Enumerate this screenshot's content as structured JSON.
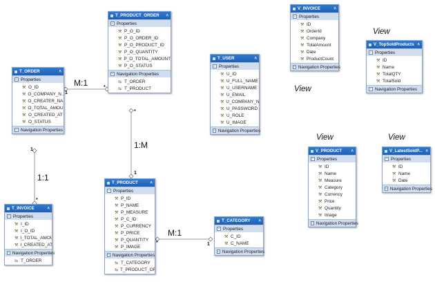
{
  "entities": {
    "t_product_order": {
      "title": "T_PRODUCT_ORDER",
      "props_label": "Properties",
      "fields": [
        "P_O_ID",
        "P_O_ORDER_ID",
        "P_O_PRODUCT_ID",
        "P_O_QUANTITY",
        "P_O_TOTAL_AMOUNT",
        "P_O_STATUS"
      ],
      "nav_label": "Navigation Properties",
      "nav": [
        "T_ORDER",
        "T_PRODUCT"
      ]
    },
    "t_order": {
      "title": "T_ORDER",
      "props_label": "Properties",
      "fields": [
        "O_ID",
        "O_COMPANY_N...",
        "O_CREATER_NA...",
        "O_TOTAL_AMOU...",
        "O_CREATED_AT",
        "O_STATUS"
      ],
      "nav_label": "Navigation Properties",
      "nav": []
    },
    "t_user": {
      "title": "T_USER",
      "props_label": "Properties",
      "fields": [
        "U_ID",
        "U_FULL_NAME",
        "U_USERNAME",
        "U_EMAIL",
        "U_COMPANY_N...",
        "U_PASSWORD",
        "U_ROLE",
        "U_IMAGE"
      ],
      "nav_label": "Navigation Properties",
      "nav": []
    },
    "v_invoice": {
      "title": "V_INVOICE",
      "props_label": "Properties",
      "fields": [
        "ID",
        "OrderId",
        "Company",
        "TotalAmount",
        "Date",
        "ProductCount"
      ],
      "nav_label": "Navigation Properties",
      "nav": []
    },
    "v_topsold": {
      "title": "V_TopSoldProducts",
      "props_label": "Properties",
      "fields": [
        "ID",
        "Name",
        "TotalQTY",
        "TotalSold"
      ],
      "nav_label": "Navigation Properties",
      "nav": []
    },
    "t_invoice": {
      "title": "T_INVOICE",
      "props_label": "Properties",
      "fields": [
        "I_ID",
        "I_O_ID",
        "I_TOTAL_AMOU...",
        "I_CREATED_AT"
      ],
      "nav_label": "Navigation Properties",
      "nav": [
        "T_ORDER"
      ]
    },
    "t_product": {
      "title": "T_PRODUCT",
      "props_label": "Properties",
      "fields": [
        "P_ID",
        "P_NAME",
        "P_MEASURE",
        "P_C_ID",
        "P_CURRENCY",
        "P_PRICE",
        "P_QUANTITY",
        "P_IMAGE"
      ],
      "nav_label": "Navigation Properties",
      "nav": [
        "T_CATEGORY",
        "T_PRODUCT_OR..."
      ]
    },
    "t_category": {
      "title": "T_CATEGORY",
      "props_label": "Properties",
      "fields": [
        "C_ID",
        "C_NAME"
      ],
      "nav_label": "Navigation Properties",
      "nav": []
    },
    "v_product": {
      "title": "V_PRODUCT",
      "props_label": "Properties",
      "fields": [
        "ID",
        "Name",
        "Measure",
        "Category",
        "Currency",
        "Price",
        "Quantity",
        "Image"
      ],
      "nav_label": "Navigation Properties",
      "nav": []
    },
    "v_latestsold": {
      "title": "V_LatestSoldP...",
      "props_label": "Properties",
      "fields": [
        "ID",
        "Name",
        "Date"
      ],
      "nav_label": "Navigation Properties",
      "nav": []
    }
  },
  "relations": {
    "order_productorder": {
      "label": "M:1",
      "end_a": "1",
      "end_b": "*"
    },
    "productorder_product": {
      "label": "1:M",
      "end_a": "*",
      "end_b": "1"
    },
    "order_invoice": {
      "label": "1:1",
      "end_a": "1",
      "end_b": "*"
    },
    "product_category": {
      "label": "M:1",
      "end_a": "*",
      "end_b": "1"
    }
  },
  "view_labels": {
    "v_invoice": "View",
    "v_topsold": "View",
    "v_product": "View",
    "v_latestsold": "View"
  },
  "colors": {
    "header": "#2069c2",
    "body": "#dfe9f6",
    "line": "#9a9a9a"
  }
}
